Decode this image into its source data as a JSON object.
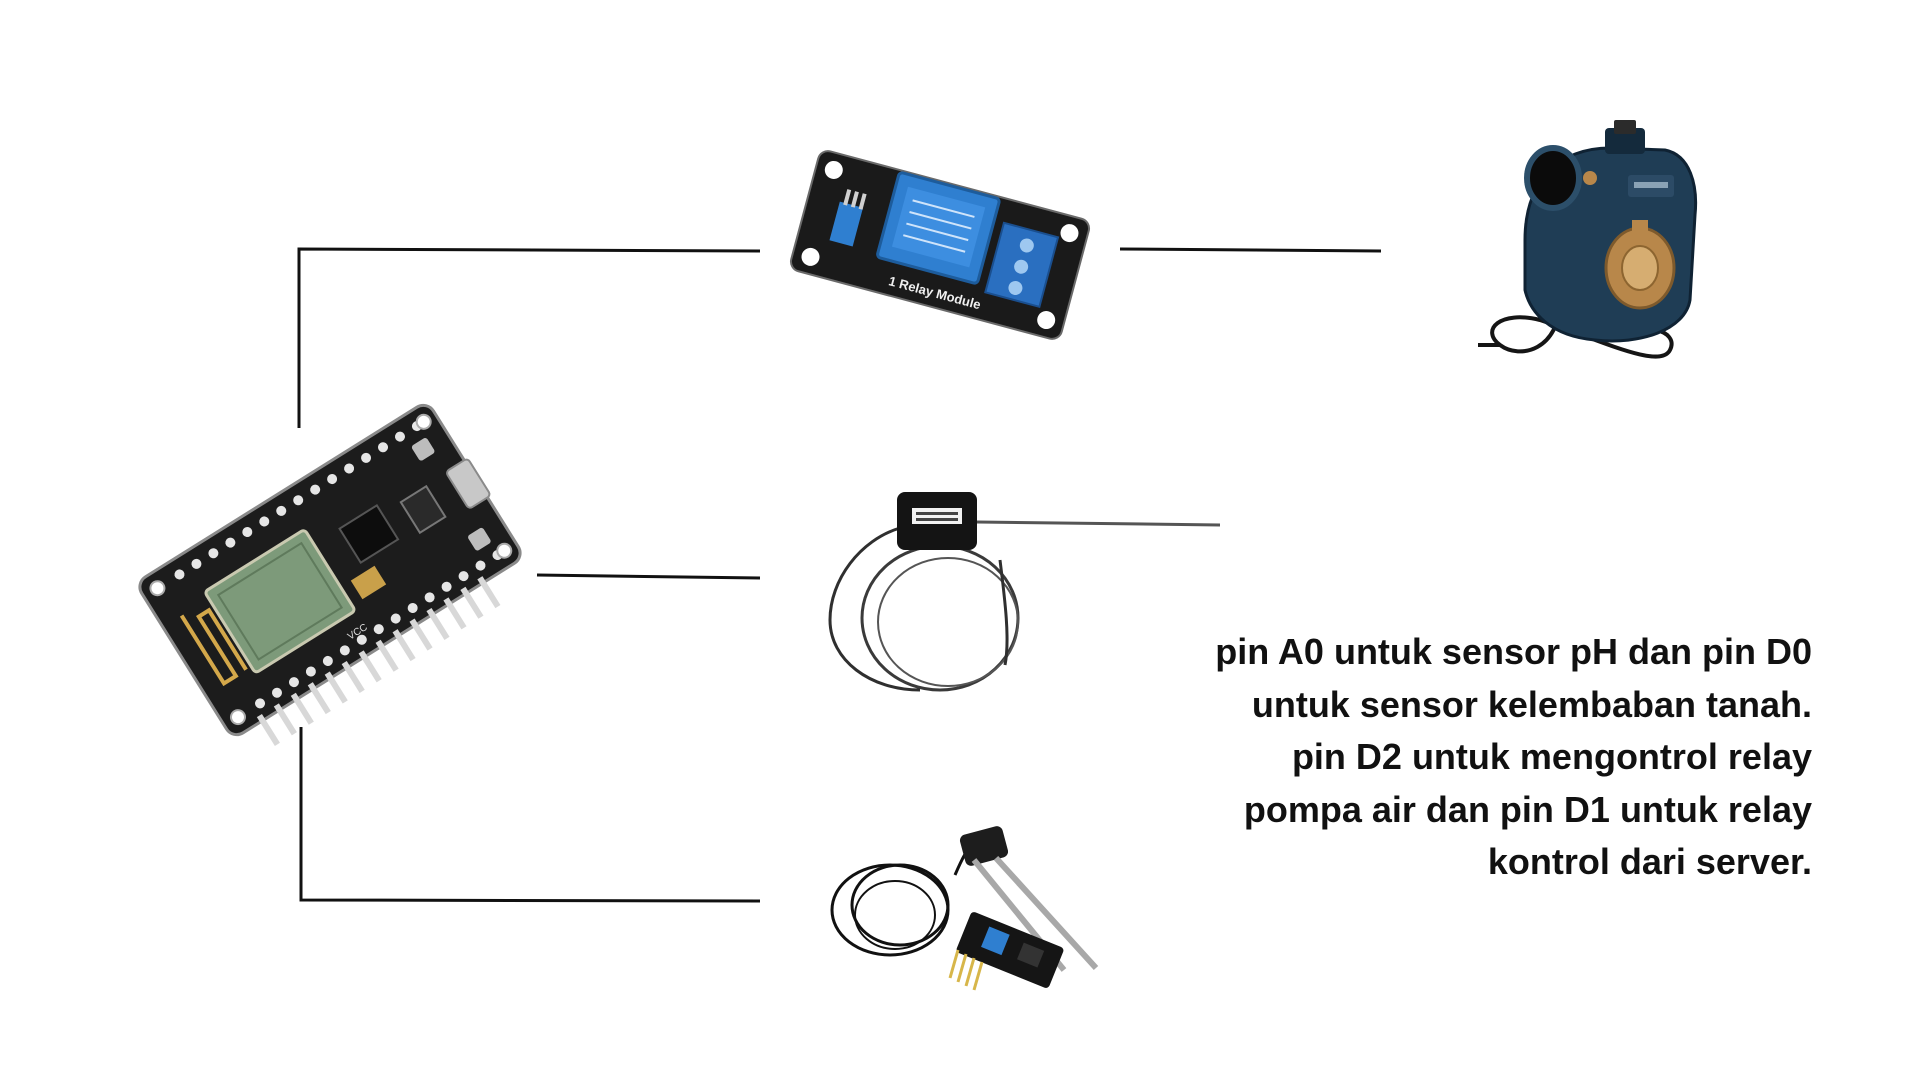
{
  "diagram": {
    "components": [
      {
        "id": "nodemcu",
        "name": "NodeMCU ESP8266 board",
        "silkscreen": "VCC"
      },
      {
        "id": "relay",
        "name": "relay module",
        "silkscreen": "1 Relay Module"
      },
      {
        "id": "pump",
        "name": "water pump"
      },
      {
        "id": "ph",
        "name": "pH sensor probe"
      },
      {
        "id": "soil",
        "name": "soil moisture sensor"
      }
    ],
    "description_lines": [
      "pin A0 untuk sensor pH dan pin D0",
      "untuk sensor kelembaban tanah.",
      "pin D2 untuk mengontrol relay",
      "pompa air dan pin D1 untuk relay",
      "kontrol dari server."
    ]
  },
  "colors": {
    "line": "#111111",
    "pcb_black": "#1c1c1c",
    "relay_blue": "#2f7fd0",
    "pump_dark": "#1f3d55",
    "pump_bronze": "#b8874a",
    "module_green": "#7d9a7a"
  }
}
